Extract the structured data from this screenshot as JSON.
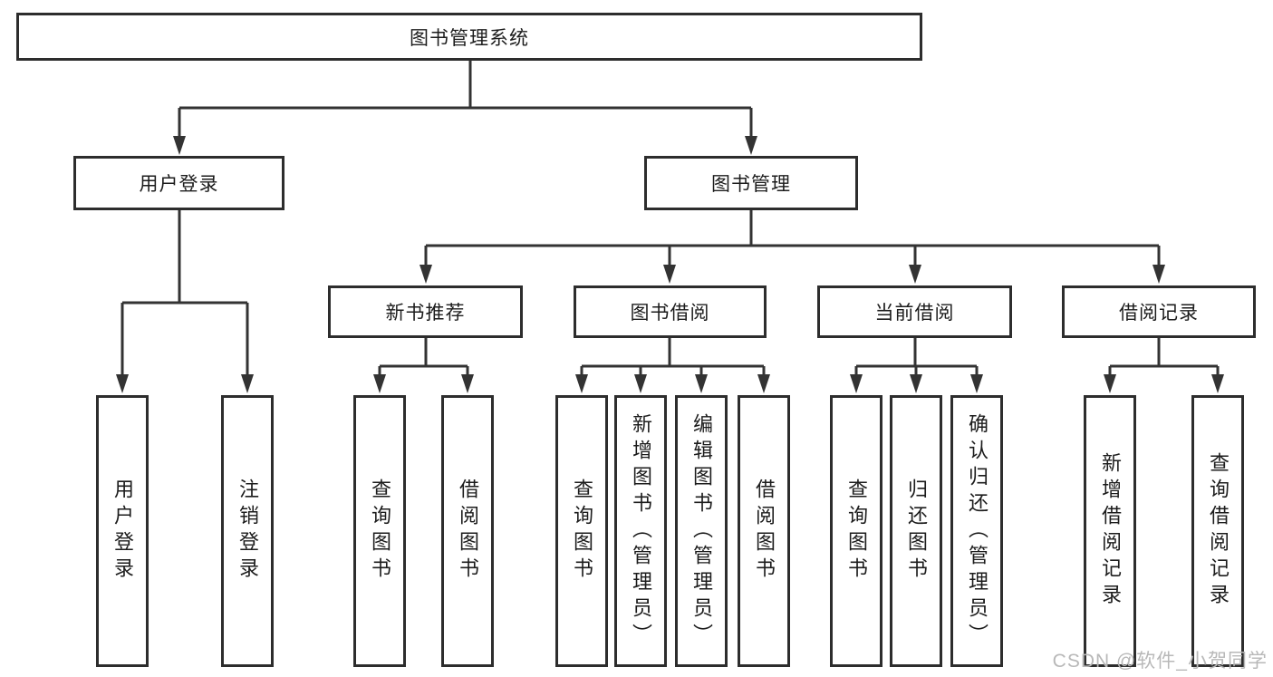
{
  "diagram": {
    "root": {
      "label": "图书管理系统"
    },
    "branches": [
      {
        "label": "用户登录",
        "children": [
          {
            "label": "用户登录"
          },
          {
            "label": "注销登录"
          }
        ]
      },
      {
        "label": "图书管理",
        "children": [
          {
            "label": "新书推荐",
            "children": [
              {
                "label": "查询图书"
              },
              {
                "label": "借阅图书"
              }
            ]
          },
          {
            "label": "图书借阅",
            "children": [
              {
                "label": "查询图书"
              },
              {
                "label": "新增图书（管理员）"
              },
              {
                "label": "编辑图书（管理员）"
              },
              {
                "label": "借阅图书"
              }
            ]
          },
          {
            "label": "当前借阅",
            "children": [
              {
                "label": "查询图书"
              },
              {
                "label": "归还图书"
              },
              {
                "label": "确认归还（管理员）"
              }
            ]
          },
          {
            "label": "借阅记录",
            "children": [
              {
                "label": "新增借阅记录"
              },
              {
                "label": "查询借阅记录"
              }
            ]
          }
        ]
      }
    ],
    "watermark": "CSDN @软件_小贺同学",
    "colors": {
      "line": "#333333",
      "box_border": "#2d2d2d",
      "text": "#1c1c1c",
      "watermark": "#b8b8b8",
      "background": "#ffffff"
    }
  }
}
